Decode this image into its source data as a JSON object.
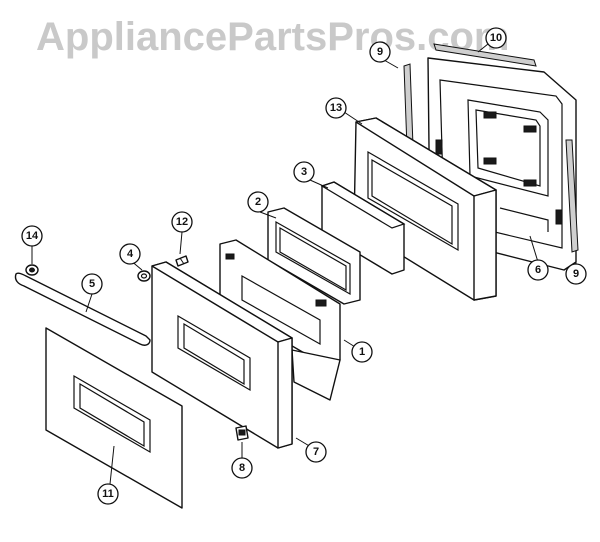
{
  "watermark": "AppliancePartsPros.com",
  "callouts": {
    "c1": "1",
    "c2": "2",
    "c3": "3",
    "c4": "4",
    "c5": "5",
    "c6": "6",
    "c7": "7",
    "c8": "8",
    "c9a": "9",
    "c9b": "9",
    "c10": "10",
    "c11": "11",
    "c12": "12",
    "c13": "13",
    "c14": "14"
  }
}
